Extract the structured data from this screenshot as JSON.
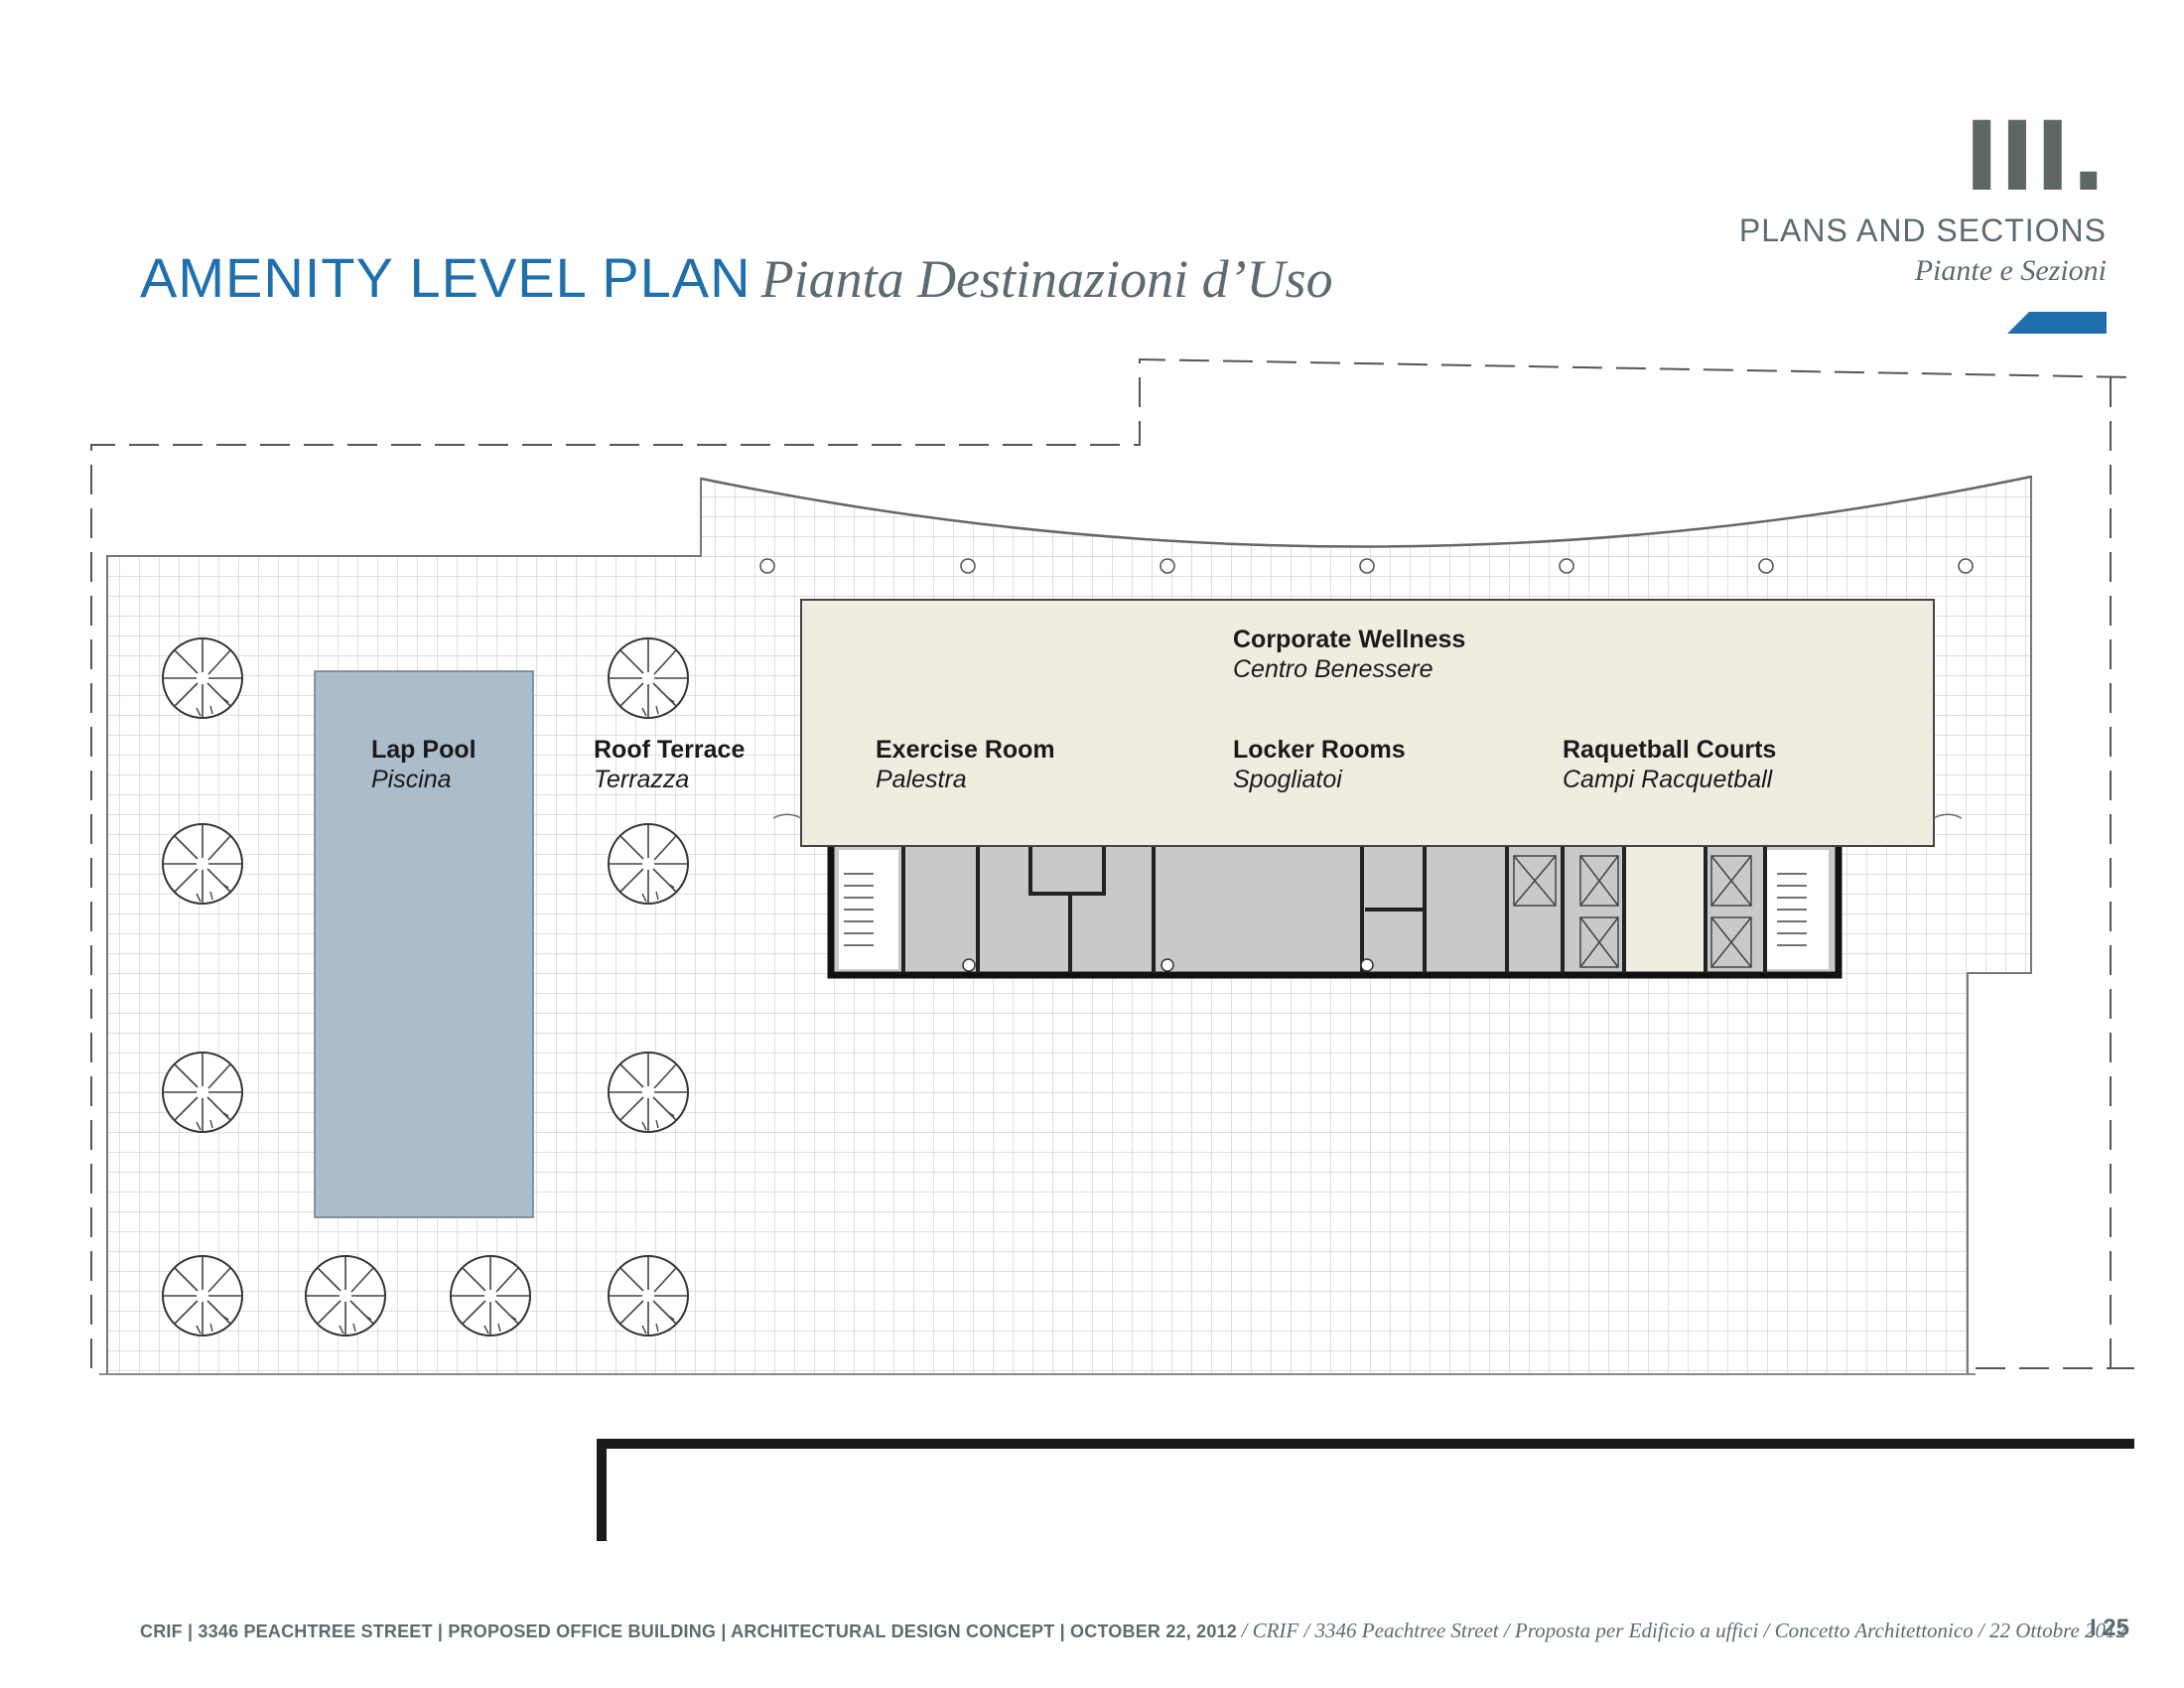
{
  "header": {
    "title": "AMENITY LEVEL PLAN",
    "title_italian": "Pianta Destinazioni d’Uso",
    "section_number": "III.",
    "section_title": "PLANS AND SECTIONS",
    "section_title_italian": "Piante e Sezioni"
  },
  "rooms": {
    "lap_pool": {
      "name": "Lap Pool",
      "italian": "Piscina"
    },
    "roof_terrace": {
      "name": "Roof Terrace",
      "italian": "Terrazza"
    },
    "corporate_wellness": {
      "name": "Corporate Wellness",
      "italian": "Centro Benessere"
    },
    "exercise_room": {
      "name": "Exercise Room",
      "italian": "Palestra"
    },
    "locker_rooms": {
      "name": "Locker Rooms",
      "italian": "Spogliatoi"
    },
    "raquetball_courts": {
      "name": "Raquetball Courts",
      "italian": "Campi Racquetball"
    }
  },
  "colors": {
    "title_blue": "#1f6fad",
    "pool": "#abbcca",
    "wellness": "#efede0",
    "service": "#c7c9cb",
    "grid": "#c4ccd0"
  },
  "footer": {
    "english": "CRIF | 3346 PEACHTREE STREET | PROPOSED OFFICE BUILDING | ARCHITECTURAL DESIGN CONCEPT | OCTOBER 22, 2012",
    "italian": "/ CRIF / 3346 Peachtree Street / Proposta per Edificio a uffici / Concetto Architettonico / 22 Ottobre 2012",
    "page": "I 25"
  }
}
